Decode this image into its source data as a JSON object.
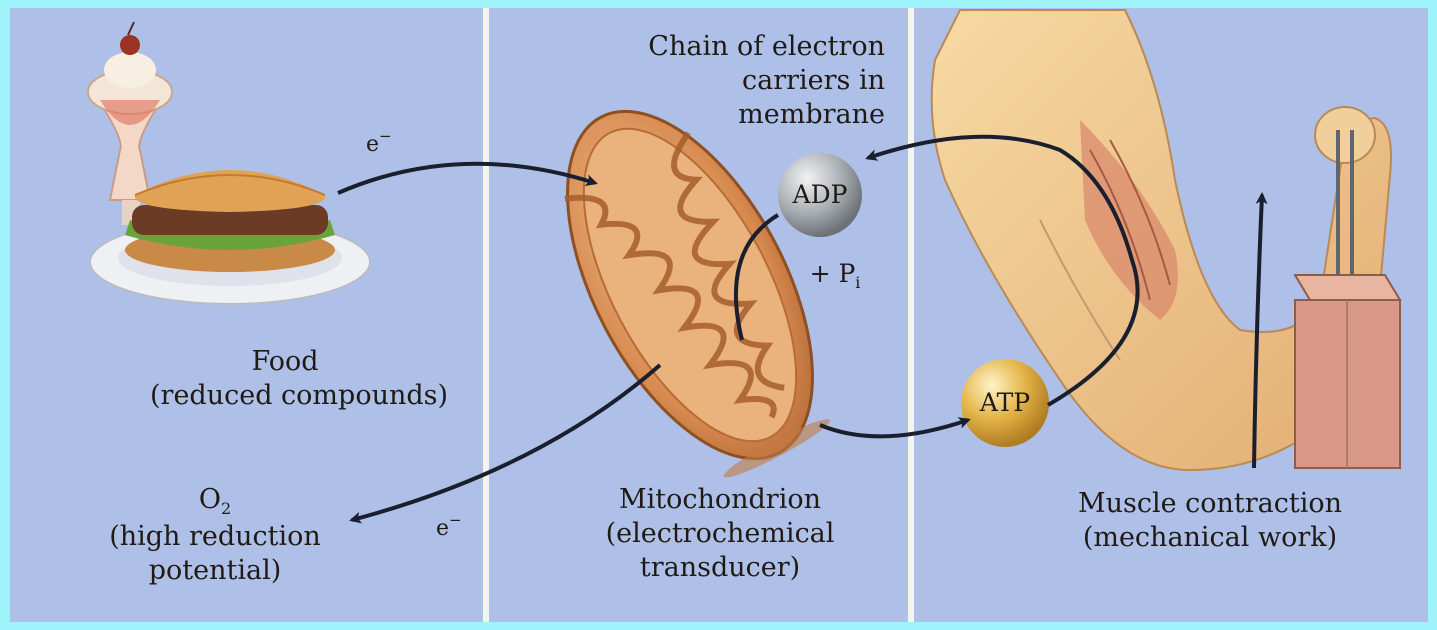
{
  "labels": {
    "food": "Food",
    "food_sub": "(reduced compounds)",
    "o2_main": "O",
    "o2_subscript": "2",
    "o2_line2": "(high reduction",
    "o2_line3": "potential)",
    "electron": "e",
    "electron_sup": "−",
    "electron_lower": "e",
    "electron_lower_sup": "−",
    "chain_line1": "Chain of electron",
    "chain_line2": "carriers in",
    "chain_line3": "membrane",
    "adp": "ADP",
    "pi_prefix": "+ P",
    "pi_subscript": "i",
    "atp": "ATP",
    "mito_line1": "Mitochondrion",
    "mito_line2": "(electrochemical",
    "mito_line3": "transducer)",
    "muscle_line1": "Muscle contraction",
    "muscle_line2": "(mechanical work)"
  },
  "colors": {
    "frame": "#9FF3FB",
    "panel": "#AFC0E8",
    "divider": "#F5F5F0",
    "arrow": "#1a1f2e",
    "mitochondrion": "#D9925A",
    "skin": "#EFC58C",
    "adp_ball": "#9a9fa3",
    "atp_ball": "#E3B346"
  },
  "icons": [
    "food-illustration",
    "mitochondrion-illustration",
    "arm-muscle-illustration",
    "weight-block-icon"
  ]
}
